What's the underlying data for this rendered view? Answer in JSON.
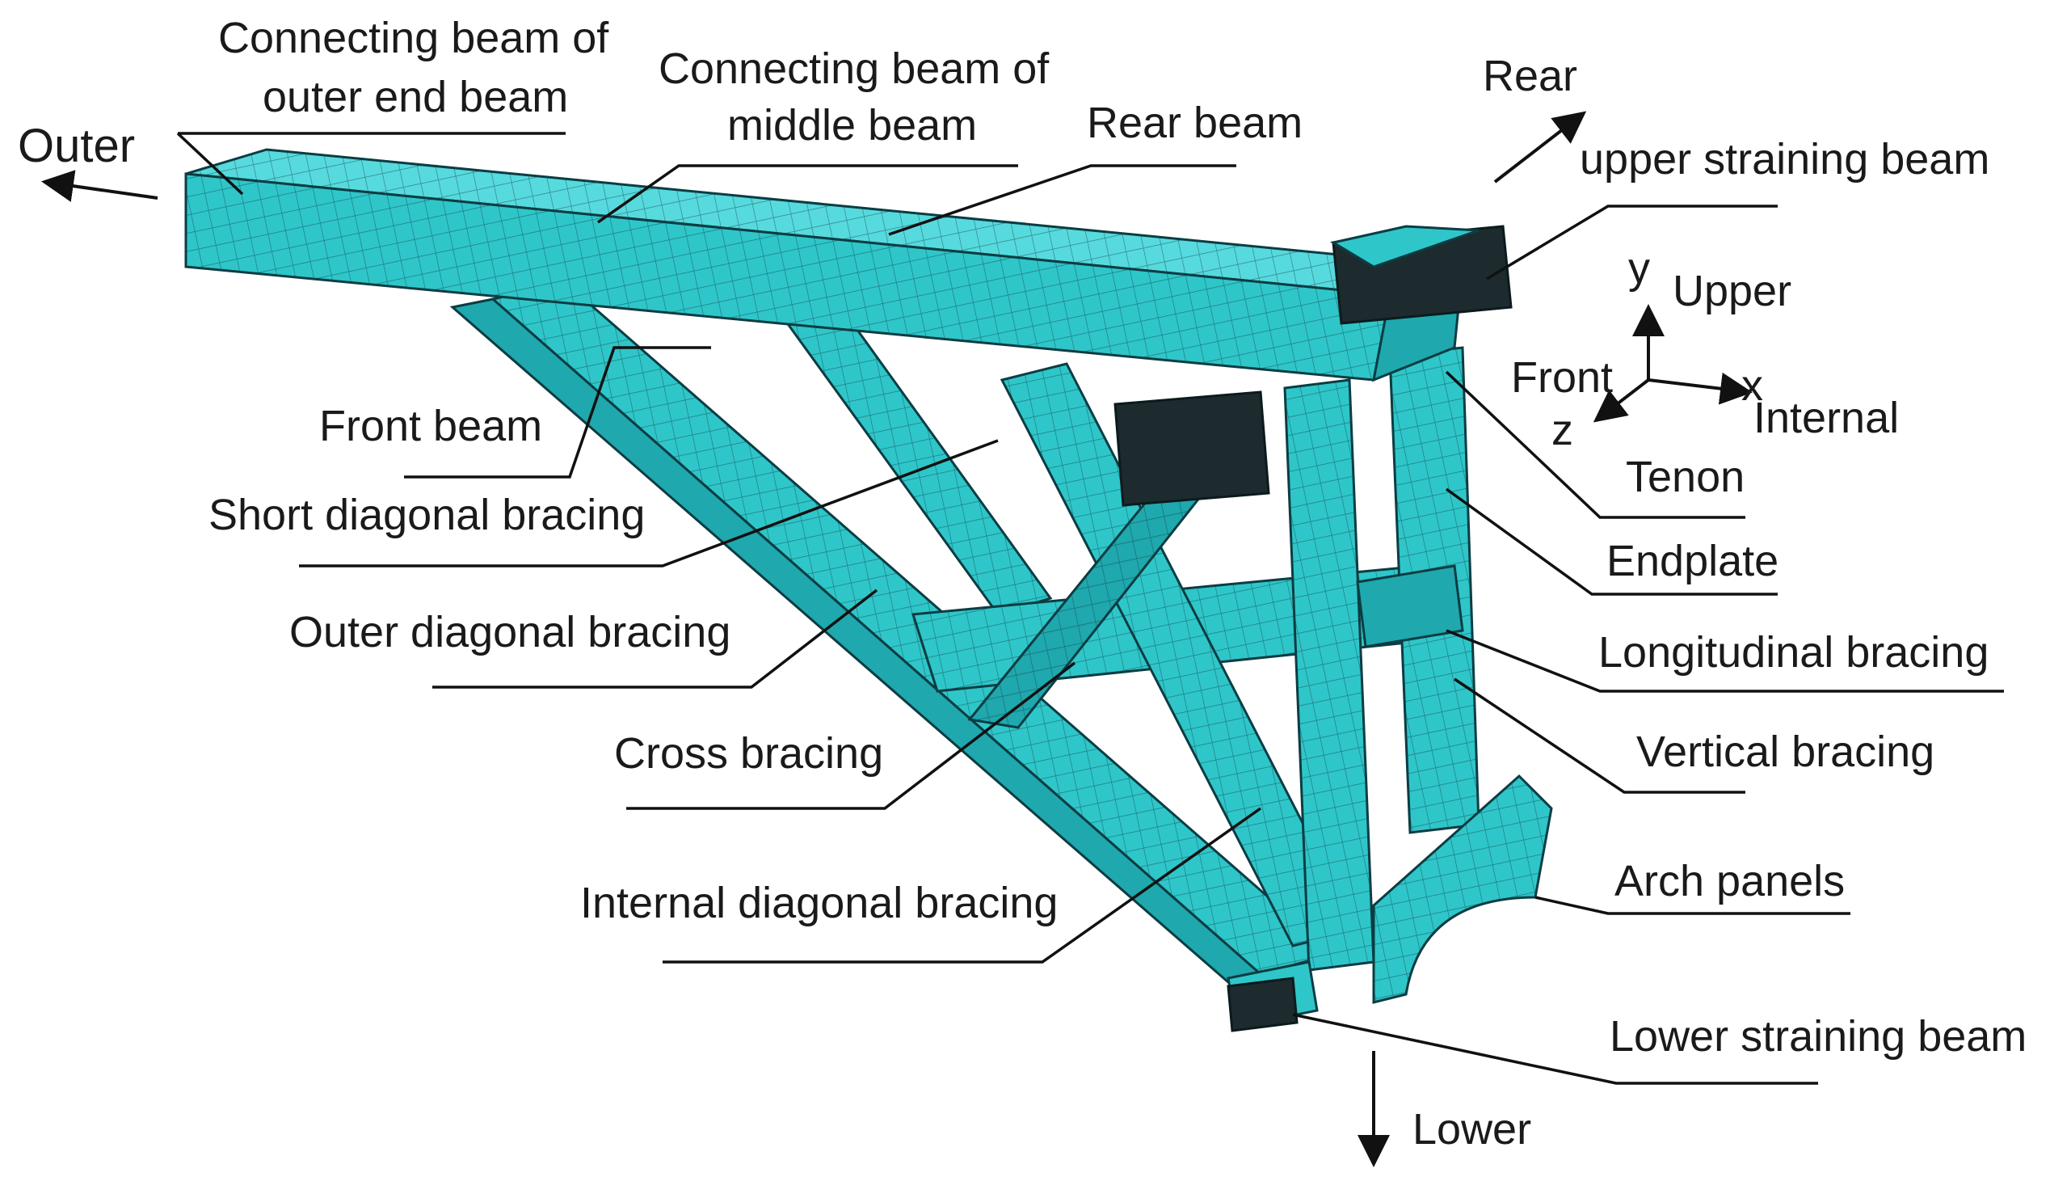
{
  "labels": {
    "connecting_outer_end_beam_1": "Connecting beam of",
    "connecting_outer_end_beam_2": "outer end beam",
    "connecting_middle_beam_1": "Connecting beam of",
    "connecting_middle_beam_2": "middle beam",
    "rear_beam": "Rear beam",
    "rear": "Rear",
    "upper_straining_beam": "upper straining beam",
    "outer": "Outer",
    "front_beam": "Front beam",
    "short_diagonal_bracing": "Short diagonal bracing",
    "outer_diagonal_bracing": "Outer diagonal bracing",
    "cross_bracing": "Cross bracing",
    "internal_diagonal_bracing": "Internal diagonal bracing",
    "tenon": "Tenon",
    "endplate": "Endplate",
    "longitudinal_bracing": "Longitudinal bracing",
    "vertical_bracing": "Vertical bracing",
    "arch_panels": "Arch panels",
    "lower_straining_beam": "Lower straining beam",
    "lower": "Lower"
  },
  "axes": {
    "y": "y",
    "upper": "Upper",
    "front": "Front",
    "x": "x",
    "z": "z",
    "internal": "Internal"
  },
  "colors": {
    "mesh": "#2fc6c9",
    "mesh_dark": "#1fa8ad",
    "mesh_light": "#57dadd",
    "outline": "#0b3d43"
  }
}
